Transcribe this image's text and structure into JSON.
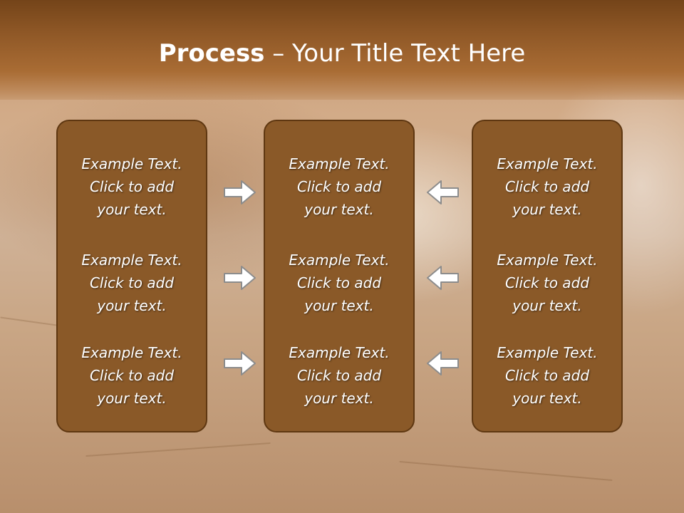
{
  "slide": {
    "title_bold": "Process",
    "title_rest": " – Your Title Text Here",
    "columns": [
      {
        "items": [
          "Example Text.\nClick  to add\nyour text.",
          "Example Text.\nClick  to add\nyour text.",
          "Example Text.\nClick  to add\nyour text."
        ]
      },
      {
        "items": [
          "Example Text.\nClick  to add\nyour text.",
          "Example Text.\nClick  to add\nyour text.",
          "Example Text.\nClick  to add\nyour text."
        ]
      },
      {
        "items": [
          "Example Text.\nClick  to add\nyour text.",
          "Example Text.\nClick  to add\nyour text.",
          "Example Text.\nClick  to add\nyour text."
        ]
      }
    ],
    "arrows": {
      "left_group": "right-arrow-icon",
      "right_group": "left-arrow-icon"
    },
    "colors": {
      "title_band": "#8e5726",
      "panel_fill": "#8a5928",
      "panel_border": "#5e3711",
      "arrow_fill": "#ffffff",
      "arrow_stroke": "#8c8c8c"
    }
  }
}
